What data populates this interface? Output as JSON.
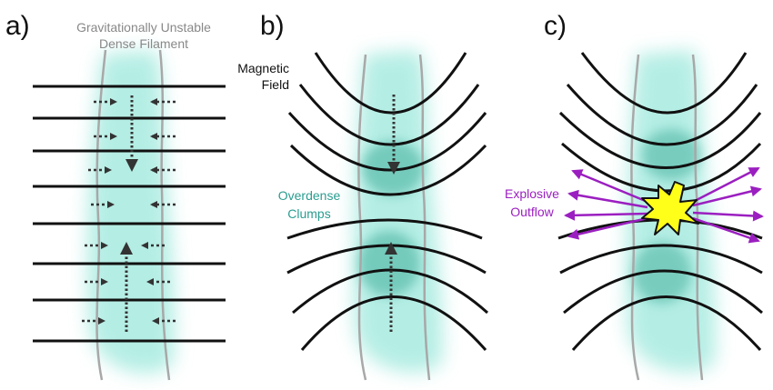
{
  "panels": [
    {
      "id": "a",
      "label": "a)"
    },
    {
      "id": "b",
      "label": "b)"
    },
    {
      "id": "c",
      "label": "c)"
    }
  ],
  "labels": {
    "filament_line1": "Gravitationally Unstable",
    "filament_line2": "Dense Filament",
    "field_line1": "Magnetic",
    "field_line2": "Field",
    "clumps_line1": "Overdense",
    "clumps_line2": "Clumps",
    "outflow_line1": "Explosive",
    "outflow_line2": "Outflow"
  },
  "colors": {
    "filament_fill": "#9be8dc",
    "clump_fill": "#5fbfae",
    "field_lines": "#111111",
    "filament_edge": "#a8a8a8",
    "clump_label": "#2a9d8f",
    "outflow": "#9b1fc0",
    "explosion_fill": "#ffff1a",
    "explosion_edge": "#111111",
    "annotation_gray": "#888888"
  }
}
